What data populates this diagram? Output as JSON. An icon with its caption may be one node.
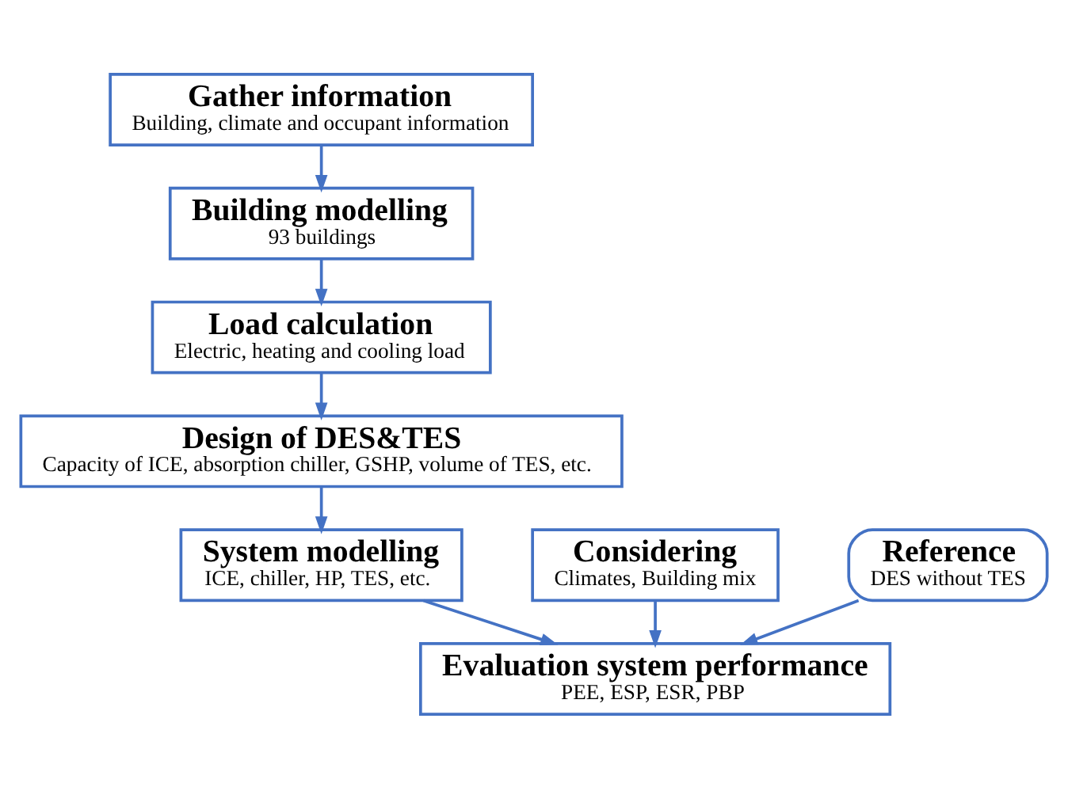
{
  "diagram": {
    "nodes": [
      {
        "text": [
          "Gather information",
          "Building, climate and occupant information"
        ]
      },
      {
        "text": [
          "Building modelling",
          "93 buildings"
        ]
      },
      {
        "text": [
          "Load calculation",
          "Electric, heating and cooling load"
        ]
      },
      {
        "text": [
          "Design of DES&TES",
          "Capacity of ICE, absorption chiller, GSHP, volume of TES, etc."
        ]
      },
      {
        "text": [
          "System modelling",
          "ICE, chiller, HP, TES, etc."
        ]
      },
      {
        "text": [
          "Considering",
          "Climates, Building mix"
        ]
      },
      {
        "text": [
          "Reference",
          "DES without TES"
        ]
      },
      {
        "text": [
          "Evaluation system performance",
          "PEE, ESP, ESR, PBP"
        ]
      }
    ],
    "edges": [
      {
        "from": 0,
        "to": 1,
        "arrow": "to"
      },
      {
        "from": 1,
        "to": 2,
        "arrow": "to"
      },
      {
        "from": 2,
        "to": 3,
        "arrow": "to"
      },
      {
        "from": 3,
        "to": 4,
        "arrow": "to"
      },
      {
        "from": 4,
        "to": 7,
        "arrow": "to"
      },
      {
        "from": 5,
        "to": 7,
        "arrow": "to"
      },
      {
        "from": 6,
        "to": 7,
        "arrow": "to"
      }
    ]
  }
}
